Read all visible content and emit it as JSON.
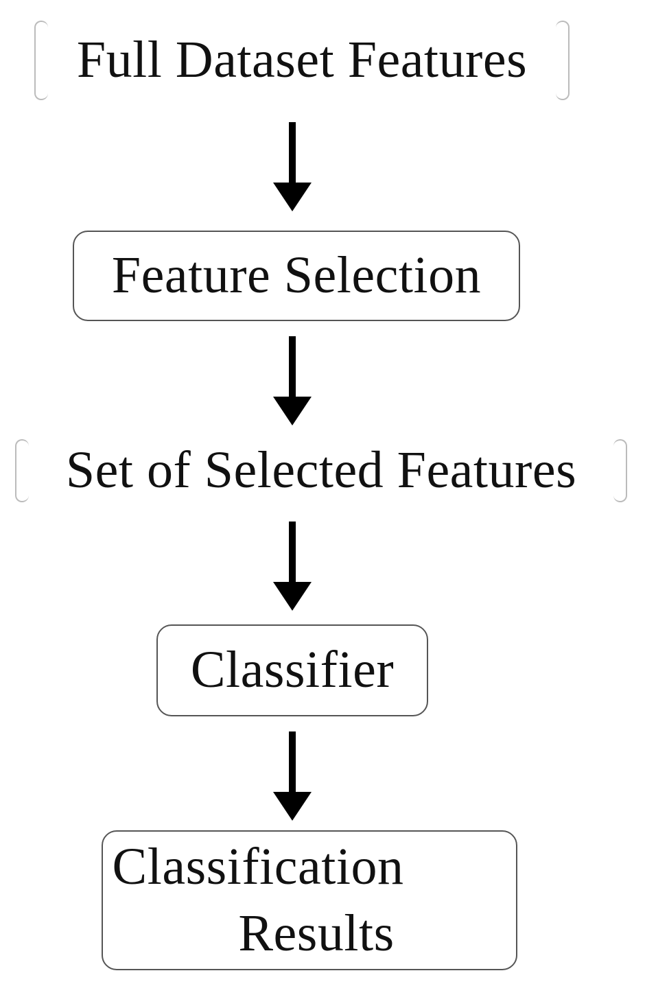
{
  "flowchart": {
    "nodes": [
      {
        "id": "full-dataset",
        "label": "Full Dataset Features"
      },
      {
        "id": "feature-selection",
        "label": "Feature Selection"
      },
      {
        "id": "selected-features",
        "label": "Set of Selected Features"
      },
      {
        "id": "classifier",
        "label": "Classifier"
      },
      {
        "id": "results",
        "label_lines": [
          "Classification",
          "Results"
        ]
      }
    ],
    "edges": [
      {
        "from": "full-dataset",
        "to": "feature-selection"
      },
      {
        "from": "feature-selection",
        "to": "selected-features"
      },
      {
        "from": "selected-features",
        "to": "classifier"
      },
      {
        "from": "classifier",
        "to": "results"
      }
    ]
  },
  "colors": {
    "border": "#555555",
    "arrow": "#000000",
    "text": "#111111",
    "background": "#ffffff"
  }
}
